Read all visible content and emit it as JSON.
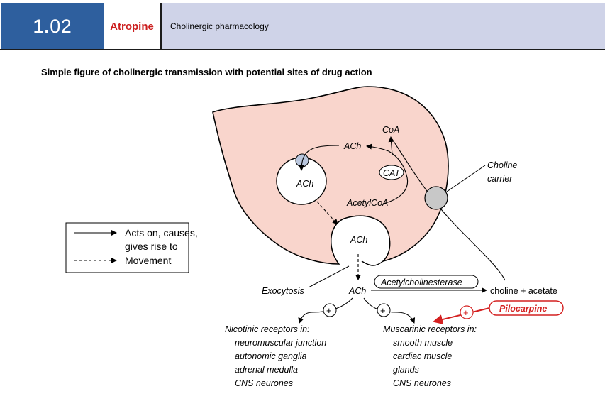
{
  "header": {
    "number_main": "1.",
    "number_sub": "02",
    "drug": "Atropine",
    "topic": "Cholinergic pharmacology"
  },
  "subtitle": "Simple figure of cholinergic transmission with potential sites of drug action",
  "colors": {
    "header_blue": "#2e5f9e",
    "drug_red": "#cc1f1f",
    "topic_bg": "#cfd3e8",
    "neuron_fill": "#f9d5cc",
    "carrier_grey": "#c8c8c8",
    "receptor_blue": "#b9c6dd"
  },
  "legend": {
    "acts_on_1": "Acts on, causes,",
    "acts_on_2": "gives rise to",
    "movement": "Movement"
  },
  "diagram": {
    "coa": "CoA",
    "ach_top": "ACh",
    "cat": "CAT",
    "acetylcoa": "AcetylCoA",
    "ach_vesicle": "ACh",
    "ach_exo": "ACh",
    "ach_cleft": "ACh",
    "exocytosis": "Exocytosis",
    "choline_carrier_1": "Choline",
    "choline_carrier_2": "carrier",
    "acetylcholinesterase": "Acetylcholinesterase",
    "choline_acetate": "choline + acetate",
    "pilocarpine": "Pilocarpine",
    "plus": "+"
  },
  "nicotinic": {
    "title": "Nicotinic receptors in:",
    "items": [
      "neuromuscular junction",
      "autonomic ganglia",
      "adrenal medulla",
      "CNS neurones"
    ]
  },
  "muscarinic": {
    "title": "Muscarinic receptors in:",
    "items": [
      "smooth muscle",
      "cardiac muscle",
      "glands",
      "CNS neurones"
    ]
  }
}
